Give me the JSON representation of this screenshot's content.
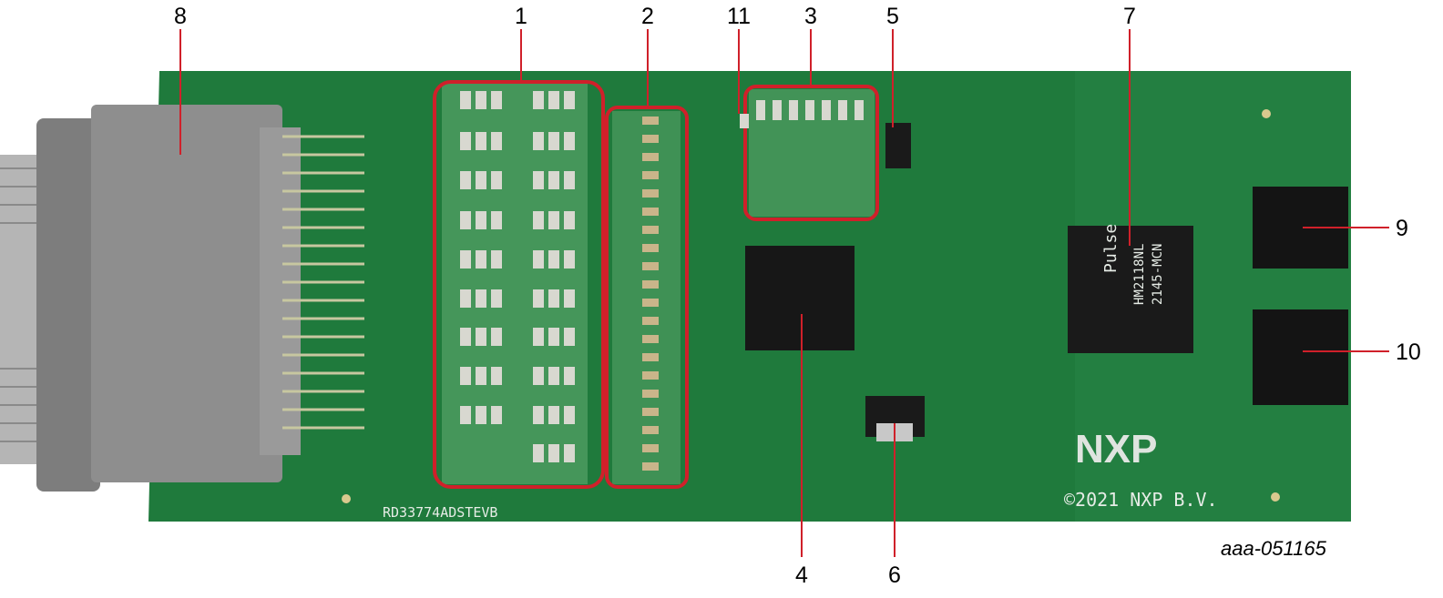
{
  "figure_id": "aaa-051165",
  "board": {
    "name_silkscreen": "RD33774ADSTEVB",
    "copyright": "©2021 NXP B.V.",
    "logo": "NXP",
    "transformer_brand": "Pulse",
    "transformer_part": "HM2118NL",
    "transformer_code": "2145-MCN",
    "colors": {
      "pcb": "#1f7a3c",
      "callout_outline": "#d0202a",
      "connector": "#8e8e8e"
    }
  },
  "callouts": [
    {
      "number": "1"
    },
    {
      "number": "2"
    },
    {
      "number": "3"
    },
    {
      "number": "4"
    },
    {
      "number": "5"
    },
    {
      "number": "6"
    },
    {
      "number": "7"
    },
    {
      "number": "8"
    },
    {
      "number": "9"
    },
    {
      "number": "10"
    },
    {
      "number": "11"
    }
  ]
}
